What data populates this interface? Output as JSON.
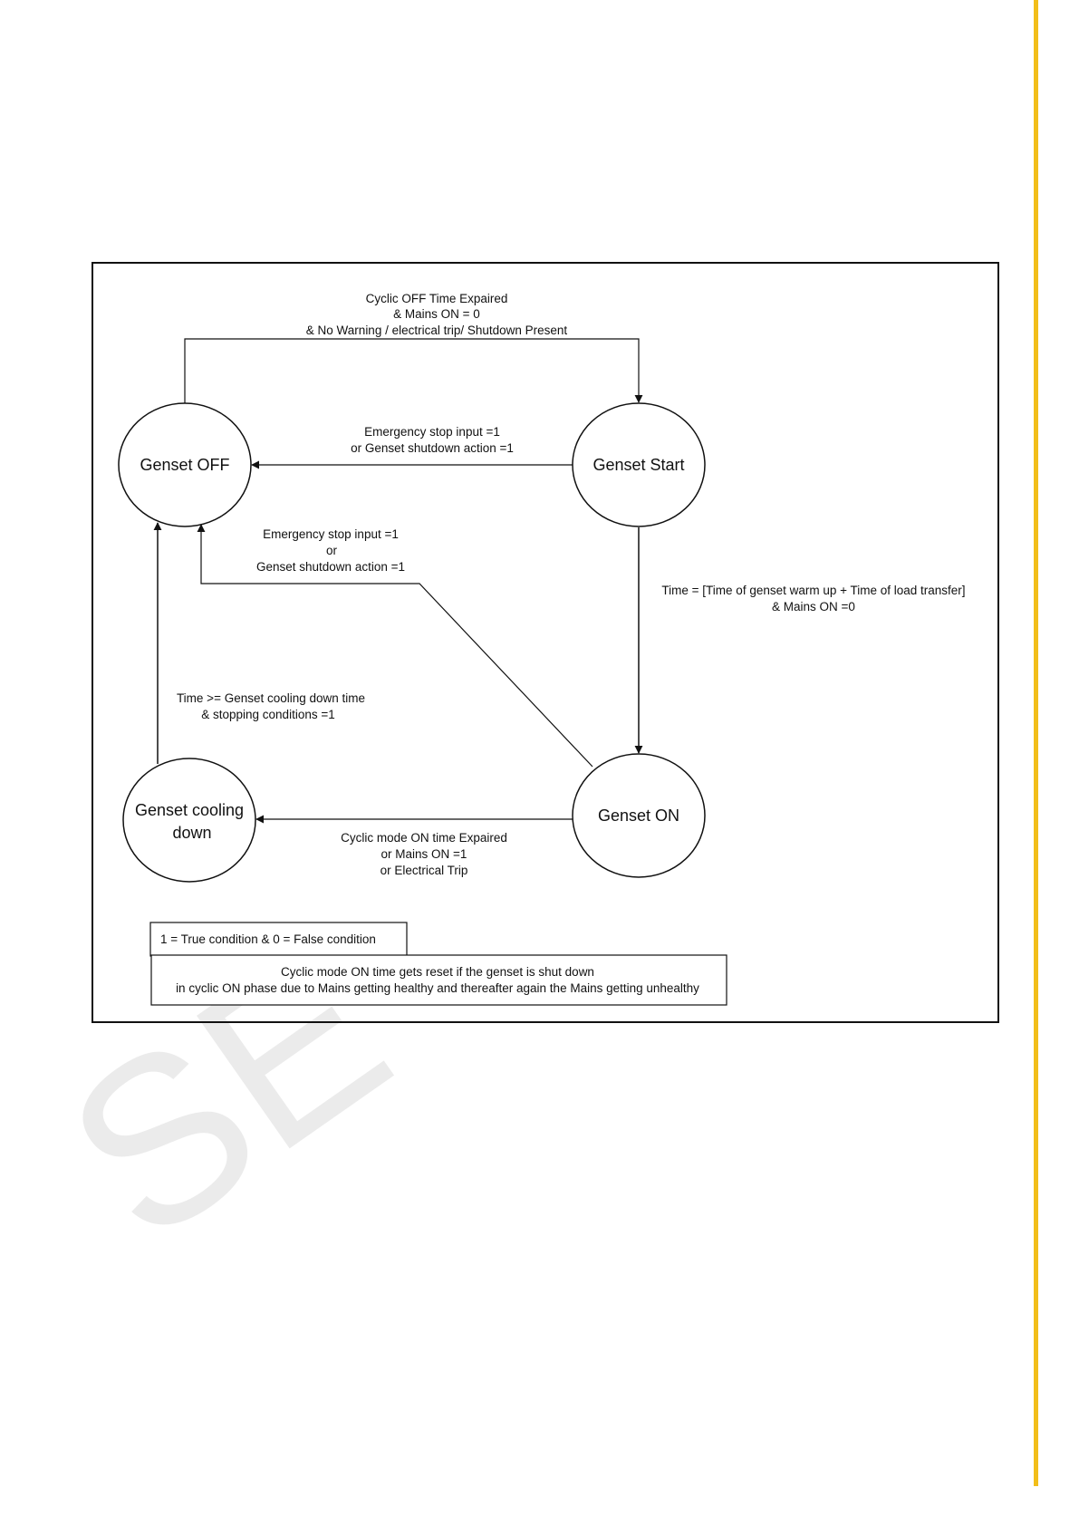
{
  "accent_color": "#f2be1a",
  "watermark": "SE",
  "states": {
    "genset_off": "Genset OFF",
    "genset_start": "Genset Start",
    "genset_on": "Genset ON",
    "genset_cooling_line1": "Genset cooling",
    "genset_cooling_line2": "down"
  },
  "transitions": {
    "off_to_start": [
      "Cyclic OFF Time Expaired",
      "& Mains ON = 0",
      "& No Warning / electrical trip/ Shutdown Present"
    ],
    "start_to_off": [
      "Emergency stop input =1",
      "or Genset shutdown action =1"
    ],
    "on_to_off": [
      "Emergency stop input =1",
      "or",
      "Genset shutdown action =1"
    ],
    "start_to_on": [
      "Time = [Time of genset warm up + Time of load transfer]",
      "& Mains ON =0"
    ],
    "cooling_to_off": [
      "Time >= Genset cooling down time",
      "& stopping conditions =1"
    ],
    "on_to_cooling": [
      "Cyclic mode ON time Expaired",
      "or Mains ON =1",
      "or Electrical Trip"
    ]
  },
  "notes": {
    "legend": "1 = True condition & 0 = False condition",
    "reset_line1": "Cyclic mode ON time gets reset if the genset is shut down",
    "reset_line2": "in cyclic ON phase due to Mains getting healthy and thereafter again the Mains getting unhealthy"
  }
}
